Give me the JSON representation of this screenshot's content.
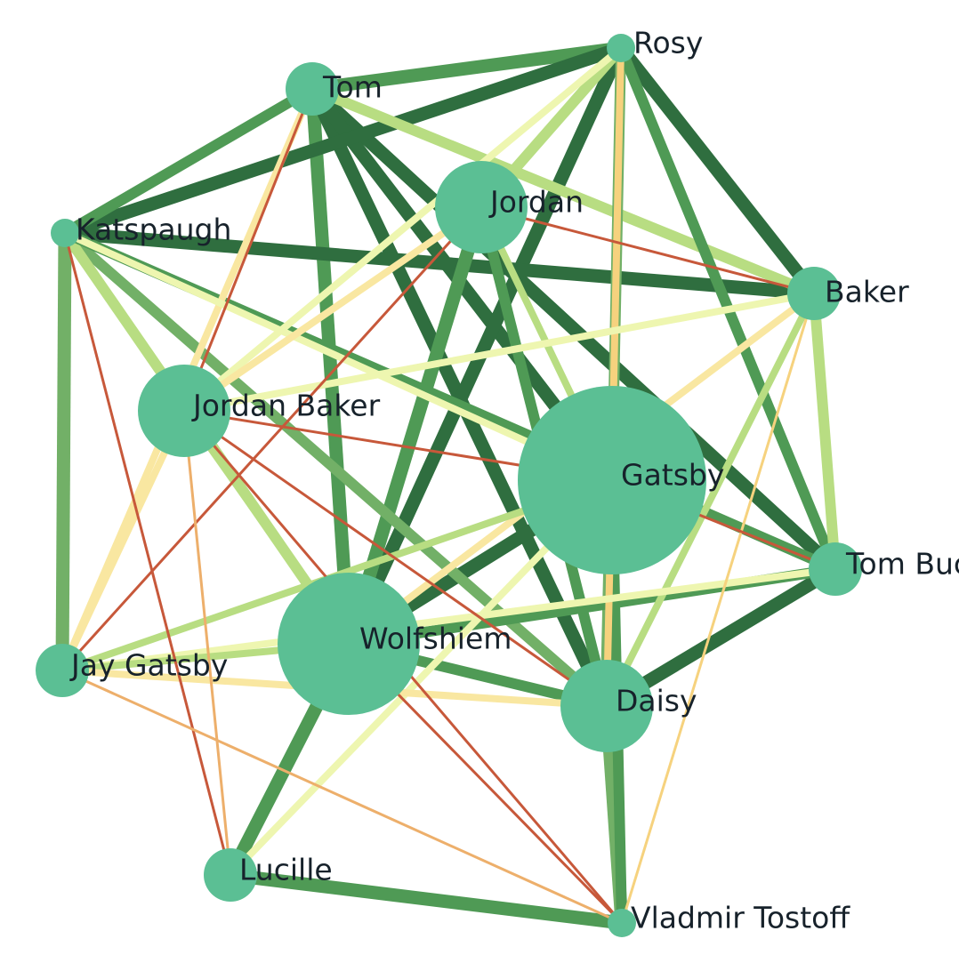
{
  "colors": {
    "background": "#ffffff",
    "node_fill": "#5bbf94",
    "label_text": "#17222b",
    "edge_palette": {
      "dark_green": "#2f6e3f",
      "green": "#4f9a55",
      "mid_green": "#72b067",
      "light_green": "#b8dd82",
      "pale_yellow": "#eef6b0",
      "yellow": "#f9e7a1",
      "light_orange": "#f6d27e",
      "orange": "#edaf6b",
      "red": "#c7583a"
    }
  },
  "graph": {
    "nodes": [
      {
        "id": "tom",
        "label": "Tom",
        "size": "small"
      },
      {
        "id": "rosy",
        "label": "Rosy",
        "size": "tiny"
      },
      {
        "id": "katspaugh",
        "label": "Katspaugh",
        "size": "tiny"
      },
      {
        "id": "jordan",
        "label": "Jordan",
        "size": "medium"
      },
      {
        "id": "baker",
        "label": "Baker",
        "size": "small"
      },
      {
        "id": "jordan_baker",
        "label": "Jordan Baker",
        "size": "medium"
      },
      {
        "id": "gatsby",
        "label": "Gatsby",
        "size": "huge"
      },
      {
        "id": "tom_buchanan",
        "label": "Tom Buchanan",
        "size": "small"
      },
      {
        "id": "wolfshiem",
        "label": "Wolfshiem",
        "size": "large"
      },
      {
        "id": "jay_gatsby",
        "label": "Jay Gatsby",
        "size": "small"
      },
      {
        "id": "daisy",
        "label": "Daisy",
        "size": "medium"
      },
      {
        "id": "lucille",
        "label": "Lucille",
        "size": "small"
      },
      {
        "id": "vladmir_tostoff",
        "label": "Vladmir Tostoff",
        "size": "tiny"
      }
    ],
    "edges": [
      {
        "source": "tom",
        "target": "rosy",
        "tone": "green",
        "weight": 4
      },
      {
        "source": "tom",
        "target": "katspaugh",
        "tone": "green",
        "weight": 3
      },
      {
        "source": "tom",
        "target": "jordan_baker",
        "tone": "red",
        "weight": 1
      },
      {
        "source": "tom",
        "target": "wolfshiem",
        "tone": "green",
        "weight": 4
      },
      {
        "source": "tom",
        "target": "daisy",
        "tone": "dark_green",
        "weight": 4
      },
      {
        "source": "tom",
        "target": "tom_buchanan",
        "tone": "dark_green",
        "weight": 4
      },
      {
        "source": "tom",
        "target": "baker",
        "tone": "light_green",
        "weight": 3
      },
      {
        "source": "tom",
        "target": "gatsby",
        "tone": "dark_green",
        "weight": 4
      },
      {
        "source": "tom",
        "target": "jay_gatsby",
        "tone": "yellow",
        "weight": 2
      },
      {
        "source": "rosy",
        "target": "katspaugh",
        "tone": "dark_green",
        "weight": 4
      },
      {
        "source": "rosy",
        "target": "jordan_baker",
        "tone": "pale_yellow",
        "weight": 2
      },
      {
        "source": "rosy",
        "target": "wolfshiem",
        "tone": "dark_green",
        "weight": 4
      },
      {
        "source": "rosy",
        "target": "daisy",
        "tone": "light_orange",
        "weight": 2
      },
      {
        "source": "rosy",
        "target": "gatsby",
        "tone": "mid_green",
        "weight": 3
      },
      {
        "source": "rosy",
        "target": "baker",
        "tone": "dark_green",
        "weight": 4
      },
      {
        "source": "rosy",
        "target": "tom_buchanan",
        "tone": "green",
        "weight": 3
      },
      {
        "source": "rosy",
        "target": "jordan",
        "tone": "light_green",
        "weight": 3
      },
      {
        "source": "katspaugh",
        "target": "jay_gatsby",
        "tone": "mid_green",
        "weight": 4
      },
      {
        "source": "katspaugh",
        "target": "baker",
        "tone": "dark_green",
        "weight": 4
      },
      {
        "source": "katspaugh",
        "target": "gatsby",
        "tone": "pale_yellow",
        "weight": 2
      },
      {
        "source": "katspaugh",
        "target": "daisy",
        "tone": "mid_green",
        "weight": 3
      },
      {
        "source": "katspaugh",
        "target": "wolfshiem",
        "tone": "light_green",
        "weight": 3
      },
      {
        "source": "katspaugh",
        "target": "tom_buchanan",
        "tone": "green",
        "weight": 3
      },
      {
        "source": "katspaugh",
        "target": "lucille",
        "tone": "red",
        "weight": 1
      },
      {
        "source": "jordan",
        "target": "baker",
        "tone": "red",
        "weight": 1
      },
      {
        "source": "jordan",
        "target": "jordan_baker",
        "tone": "yellow",
        "weight": 2
      },
      {
        "source": "jordan",
        "target": "jay_gatsby",
        "tone": "red",
        "weight": 1
      },
      {
        "source": "jordan",
        "target": "wolfshiem",
        "tone": "green",
        "weight": 4
      },
      {
        "source": "jordan",
        "target": "daisy",
        "tone": "green",
        "weight": 3
      },
      {
        "source": "jordan",
        "target": "gatsby",
        "tone": "light_green",
        "weight": 2
      },
      {
        "source": "baker",
        "target": "jordan_baker",
        "tone": "pale_yellow",
        "weight": 2
      },
      {
        "source": "baker",
        "target": "tom_buchanan",
        "tone": "light_green",
        "weight": 3
      },
      {
        "source": "baker",
        "target": "vladmir_tostoff",
        "tone": "light_orange",
        "weight": 1
      },
      {
        "source": "baker",
        "target": "daisy",
        "tone": "light_green",
        "weight": 2
      },
      {
        "source": "baker",
        "target": "wolfshiem",
        "tone": "yellow",
        "weight": 2
      },
      {
        "source": "jordan_baker",
        "target": "gatsby",
        "tone": "red",
        "weight": 1
      },
      {
        "source": "jordan_baker",
        "target": "daisy",
        "tone": "red",
        "weight": 1
      },
      {
        "source": "jordan_baker",
        "target": "lucille",
        "tone": "orange",
        "weight": 1
      },
      {
        "source": "jordan_baker",
        "target": "jay_gatsby",
        "tone": "yellow",
        "weight": 2
      },
      {
        "source": "jordan_baker",
        "target": "vladmir_tostoff",
        "tone": "red",
        "weight": 1
      },
      {
        "source": "jordan_baker",
        "target": "wolfshiem",
        "tone": "light_green",
        "weight": 2
      },
      {
        "source": "gatsby",
        "target": "tom_buchanan",
        "tone": "red",
        "weight": 1
      },
      {
        "source": "gatsby",
        "target": "wolfshiem",
        "tone": "dark_green",
        "weight": 4
      },
      {
        "source": "gatsby",
        "target": "jay_gatsby",
        "tone": "light_green",
        "weight": 2
      },
      {
        "source": "gatsby",
        "target": "daisy",
        "tone": "mid_green",
        "weight": 4
      },
      {
        "source": "gatsby",
        "target": "vladmir_tostoff",
        "tone": "green",
        "weight": 3
      },
      {
        "source": "gatsby",
        "target": "lucille",
        "tone": "pale_yellow",
        "weight": 2
      },
      {
        "source": "tom_buchanan",
        "target": "daisy",
        "tone": "dark_green",
        "weight": 4
      },
      {
        "source": "tom_buchanan",
        "target": "jay_gatsby",
        "tone": "pale_yellow",
        "weight": 2
      },
      {
        "source": "tom_buchanan",
        "target": "wolfshiem",
        "tone": "green",
        "weight": 3
      },
      {
        "source": "wolfshiem",
        "target": "jay_gatsby",
        "tone": "light_green",
        "weight": 2
      },
      {
        "source": "wolfshiem",
        "target": "lucille",
        "tone": "green",
        "weight": 4
      },
      {
        "source": "wolfshiem",
        "target": "daisy",
        "tone": "green",
        "weight": 3
      },
      {
        "source": "wolfshiem",
        "target": "vladmir_tostoff",
        "tone": "red",
        "weight": 1
      },
      {
        "source": "jay_gatsby",
        "target": "daisy",
        "tone": "yellow",
        "weight": 2
      },
      {
        "source": "jay_gatsby",
        "target": "vladmir_tostoff",
        "tone": "orange",
        "weight": 1
      },
      {
        "source": "daisy",
        "target": "vladmir_tostoff",
        "tone": "mid_green",
        "weight": 4
      },
      {
        "source": "lucille",
        "target": "vladmir_tostoff",
        "tone": "green",
        "weight": 4
      }
    ]
  }
}
